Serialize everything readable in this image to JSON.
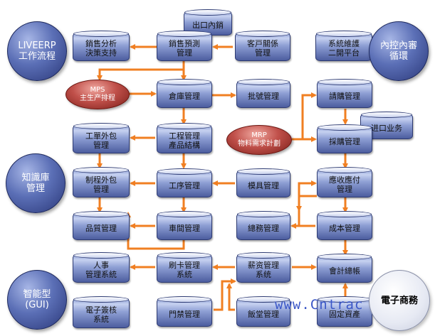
{
  "nodes": {
    "export_sales": "出口內銷",
    "sales_analysis": "銷售分析\n決策支持",
    "sales_forecast": "銷售預測\n管理",
    "customer_relation": "客戸關係\n管理",
    "system_maintenance": "系統維護\n二開平台",
    "warehouse": "倉庫管理",
    "batch": "批號管理",
    "purchase_request": "請購管理",
    "outsource_order": "工單外包\n管理",
    "engineering_bom": "工程管理\n產品結構",
    "import_business": "进口业务",
    "purchasing": "採購管理",
    "process_outsource": "制程外包\n管理",
    "operation": "工序管理",
    "mold": "模具管理",
    "receivable_payable": "應收應付\n管理",
    "quality": "品質管理",
    "workshop": "車間管理",
    "general_affairs": "總務管理",
    "cost": "成本管理",
    "hr": "人事\n管理系統",
    "card_reader": "刷卡管理\n系統",
    "payroll": "薪资管理\n系统",
    "accounting": "會計總帳",
    "e_sign": "電子簽核\n系統",
    "access_control": "門禁管理",
    "cafeteria": "飯堂管理",
    "fixed_assets": "固定資產"
  },
  "circles": {
    "liveerp": "LIVEERP\n工作流程",
    "internal_control": "內控內審\n循環",
    "knowledge_base": "知識庫\n管理",
    "smart_gui": "智能型\n(GUI)",
    "ecommerce": "電子商務"
  },
  "pills": {
    "mps": "MPS\n主生产排程",
    "mrp": "MRP\n物料需求計劃"
  },
  "watermark": "www.Cntrac",
  "colors": {
    "arrow": "#f07f22",
    "cylinder": "#6b7dc0",
    "circle": "#4d60a8",
    "pill": "#b5403a"
  }
}
